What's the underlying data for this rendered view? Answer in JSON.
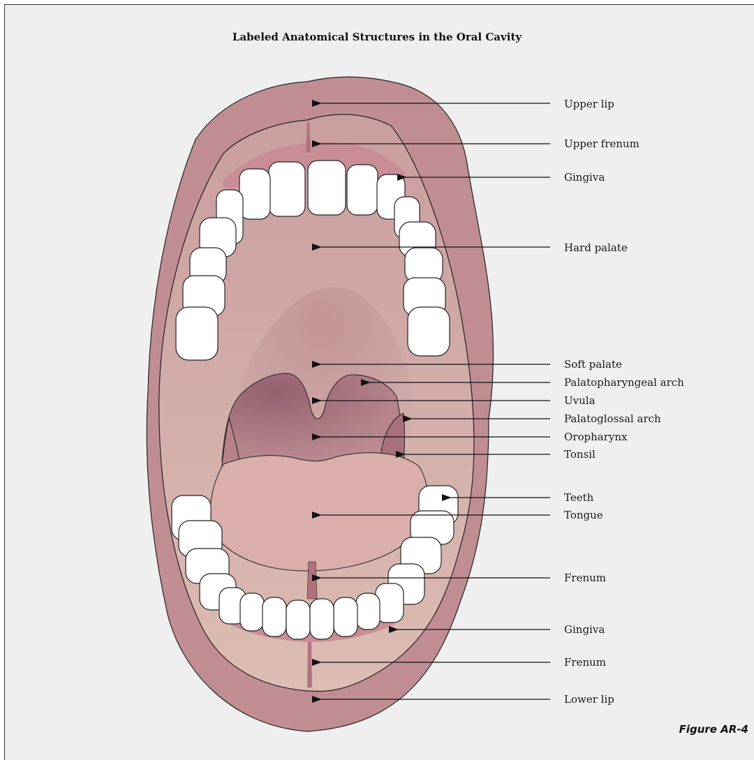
{
  "title": "Labeled Anatomical Structures in the Oral Cavity",
  "figure_label": "Figure AR-4",
  "labels": {
    "upper_lip": "Upper lip",
    "upper_frenum": "Upper frenum",
    "gingiva_upper": "Gingiva",
    "hard_palate": "Hard palate",
    "soft_palate": "Soft palate",
    "palatopharyngeal_arch": "Palatopharyngeal arch",
    "uvula": "Uvula",
    "palatoglossal_arch": "Palatoglossal arch",
    "oropharynx": "Oropharynx",
    "tonsil": "Tonsil",
    "teeth": "Teeth",
    "tongue": "Tongue",
    "frenum_tongue": "Frenum",
    "gingiva_lower": "Gingiva",
    "frenum_lower": "Frenum",
    "lower_lip": "Lower lip"
  },
  "colors": {
    "background": "#efefef",
    "lip": "#c08e92",
    "mouth_interior": "#d2aaa5",
    "soft_palate": "#c49a9a",
    "pharynx": "#a57983",
    "tongue": "#d9aeab",
    "gum": "#c98d96",
    "teeth": "#ffffff"
  }
}
